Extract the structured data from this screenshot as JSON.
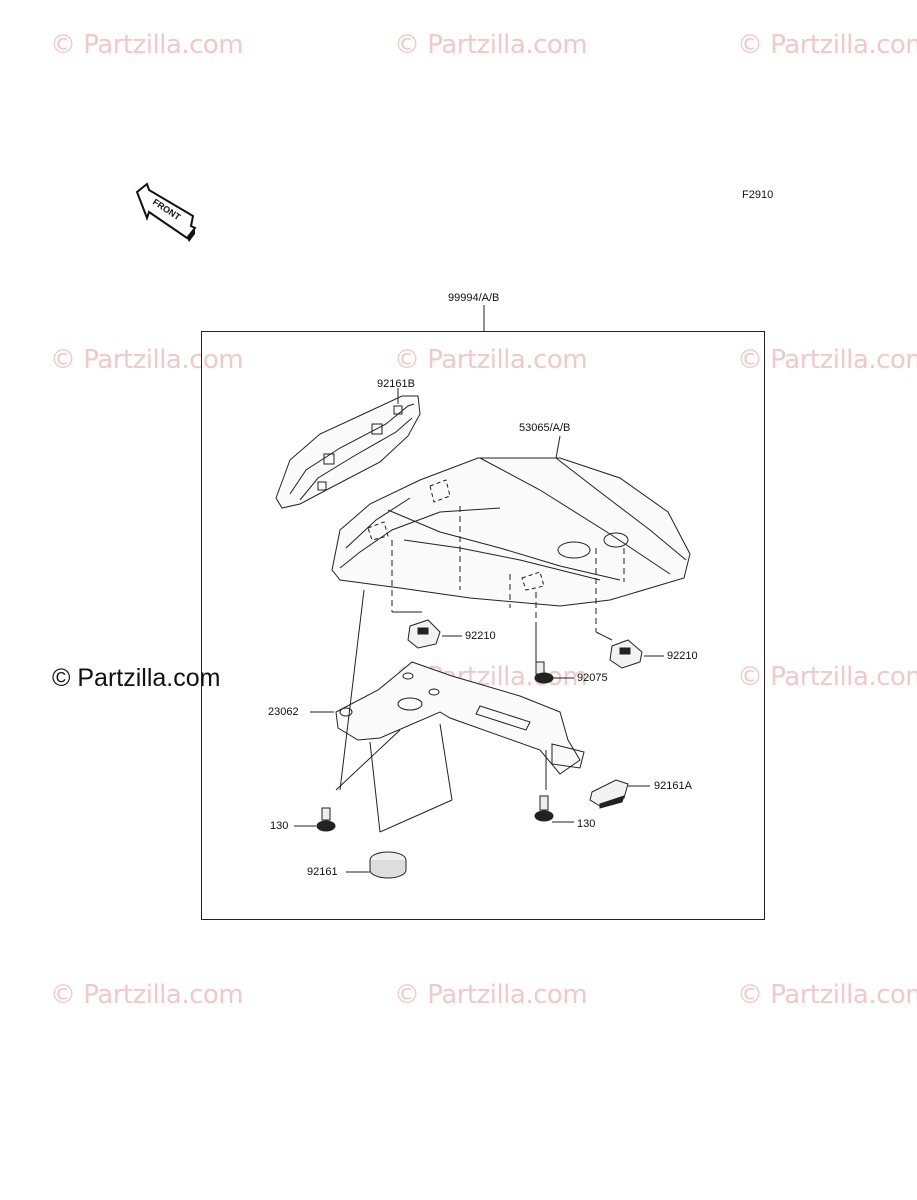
{
  "watermarks": {
    "text": "© Partzilla.com",
    "main": "© Partzilla.com"
  },
  "figure_code": "F2910",
  "front_badge": "FRONT",
  "assembly_label": "99994/A/B",
  "parts": {
    "p92161B": "92161B",
    "p53065": "53065/A/B",
    "p92210_left": "92210",
    "p92210_right": "92210",
    "p92075": "92075",
    "p23062": "23062",
    "p92161A": "92161A",
    "p130_left": "130",
    "p130_right": "130",
    "p92161": "92161"
  }
}
